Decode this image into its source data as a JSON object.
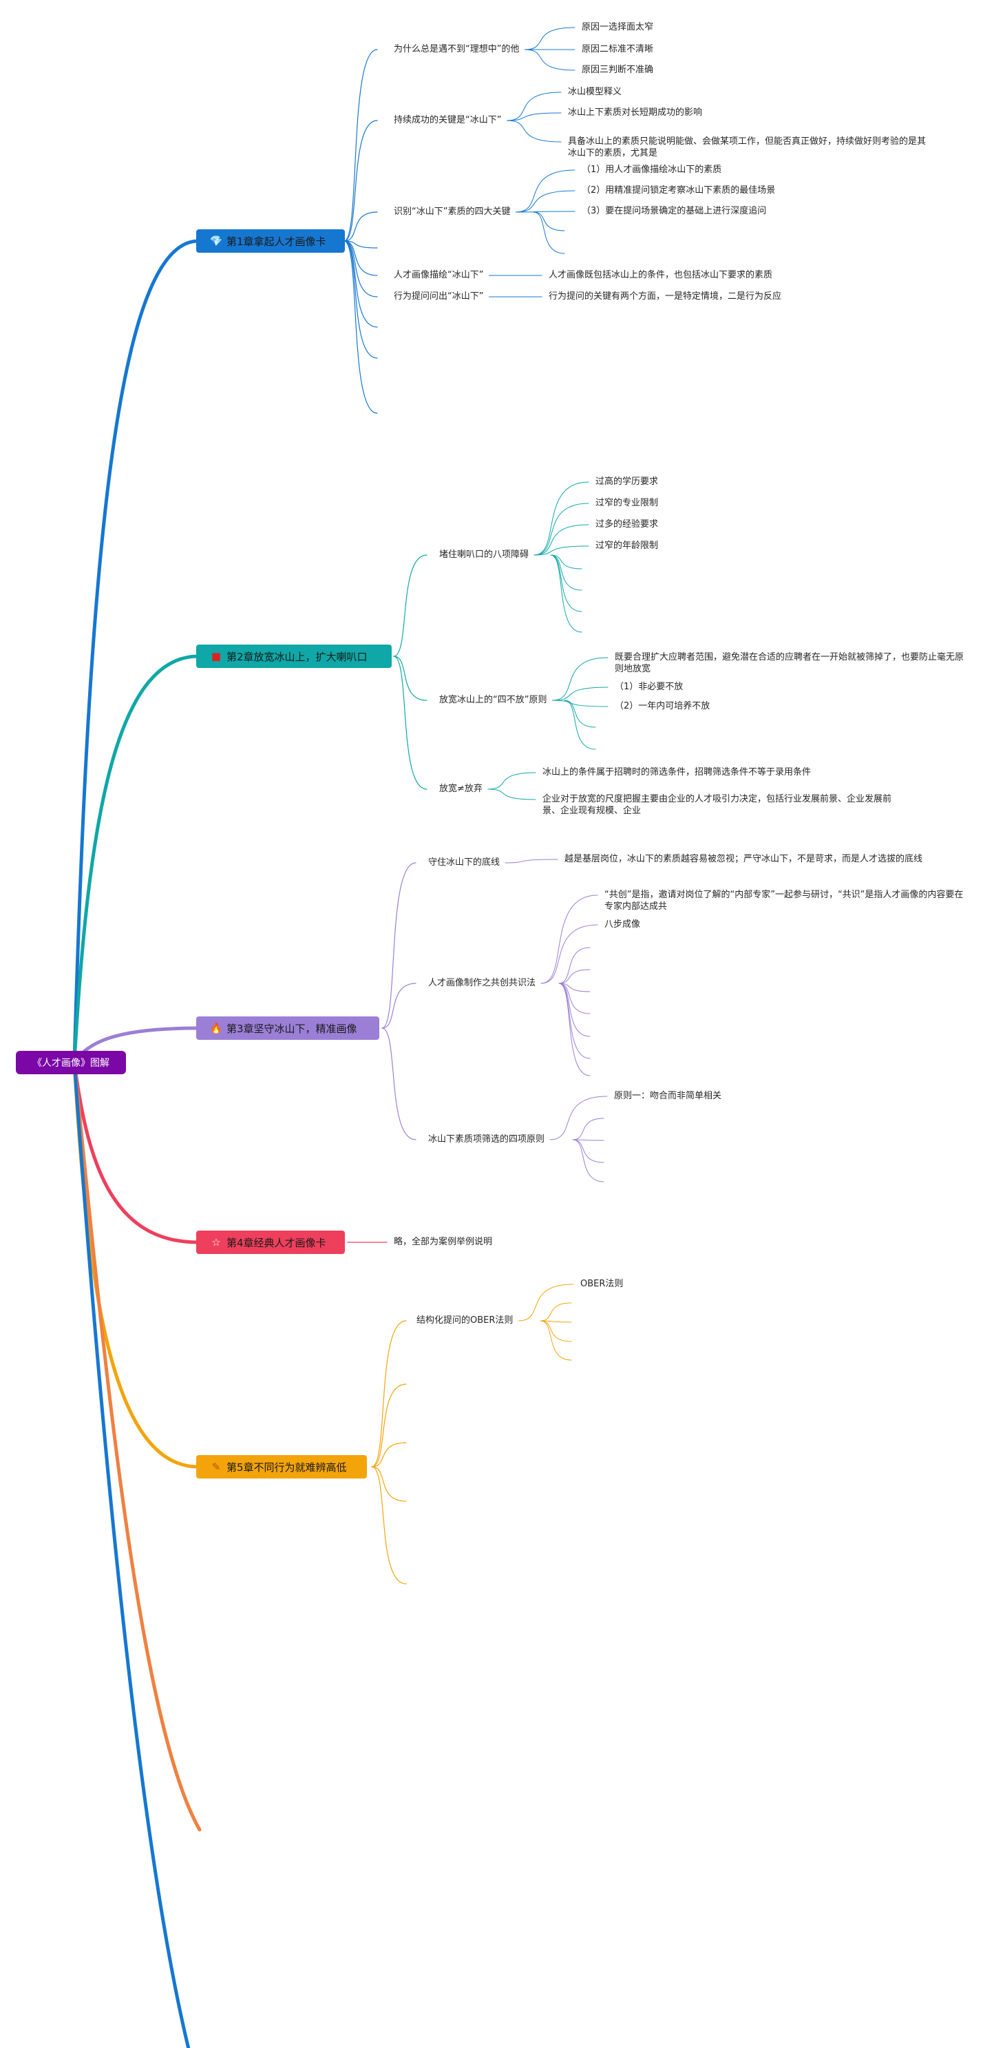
{
  "root": {
    "label": "《人才画像》图解",
    "color": "#7b07a6"
  },
  "chapters": [
    {
      "label": "第1章拿起人才画像卡",
      "icon": "gem-icon",
      "color": "#1677d1",
      "topics": [
        {
          "label": "为什么总是遇不到“理想中”的他",
          "children": [
            "原因一选择面太窄",
            "原因二标准不清晰",
            "原因三判断不准确"
          ]
        },
        {
          "label": "持续成功的关键是“冰山下”",
          "children": [
            "冰山模型释义",
            "冰山上下素质对长短期成功的影响",
            "具备冰山上的素质只能说明能做、会做某项工作，但能否真正做好，持续做好则考验的是其冰山下的素质，尤其是"
          ]
        },
        {
          "label": "识别“冰山下”素质的四大关键",
          "children": [
            "（1）用人才画像描绘冰山下的素质",
            "（2）用精准提问锁定考察冰山下素质的最佳场景",
            "（3）要在提问场景确定的基础上进行深度追问"
          ]
        },
        {
          "label": "人才画像描绘“冰山下”",
          "children": [
            "人才画像既包括冰山上的条件，也包括冰山下要求的素质"
          ]
        },
        {
          "label": "行为提问问出“冰山下”",
          "children": [
            "行为提问的关键有两个方面，一是特定情境，二是行为反应"
          ]
        }
      ]
    },
    {
      "label": "第2章放宽冰山上，扩大喇叭口",
      "icon": "red-square-icon",
      "color": "#0fa7a7",
      "topics": [
        {
          "label": "堵住喇叭口的八项障碍",
          "children": [
            "过高的学历要求",
            "过窄的专业限制",
            "过多的经验要求",
            "过窄的年龄限制"
          ]
        },
        {
          "label": "放宽冰山上的“四不放”原则",
          "children": [
            "既要合理扩大应聘者范围，避免潜在合适的应聘者在一开始就被筛掉了，也要防止毫无原则地放宽",
            "（1）非必要不放",
            "（2）一年内可培养不放"
          ]
        },
        {
          "label": "放宽≠放弃",
          "children": [
            "冰山上的条件属于招聘时的筛选条件，招聘筛选条件不等于录用条件",
            "企业对于放宽的尺度把握主要由企业的人才吸引力决定，包括行业发展前景、企业发展前景、企业现有规模、企业"
          ]
        }
      ]
    },
    {
      "label": "第3章坚守冰山下，精准画像",
      "icon": "flame-icon",
      "color": "#9b7fd6",
      "topics": [
        {
          "label": "守住冰山下的底线",
          "children": [
            "越是基层岗位，冰山下的素质越容易被忽视；严守冰山下，不是苛求，而是人才选拔的底线"
          ]
        },
        {
          "label": "人才画像制作之共创共识法",
          "children": [
            "“共创”是指，邀请对岗位了解的“内部专家”一起参与研讨，“共识”是指人才画像的内容要在专家内部达成共",
            "八步成像"
          ]
        },
        {
          "label": "冰山下素质项筛选的四项原则",
          "children": [
            "原则一：吻合而非简单相关"
          ]
        }
      ]
    },
    {
      "label": "第4章经典人才画像卡",
      "icon": "star-icon",
      "color": "#ee3f5c",
      "topics": [
        {
          "label": "略，全部为案例举例说明",
          "children": []
        }
      ]
    },
    {
      "label": "第5章不同行为就难辨高低",
      "icon": "pencil-icon",
      "color": "#f3a40b",
      "topics": [
        {
          "label": "结构化提问的OBER法则",
          "children": [
            "OBER法则"
          ]
        }
      ]
    }
  ],
  "extra_branch_colors": [
    "#f08040",
    "#1677d1"
  ]
}
